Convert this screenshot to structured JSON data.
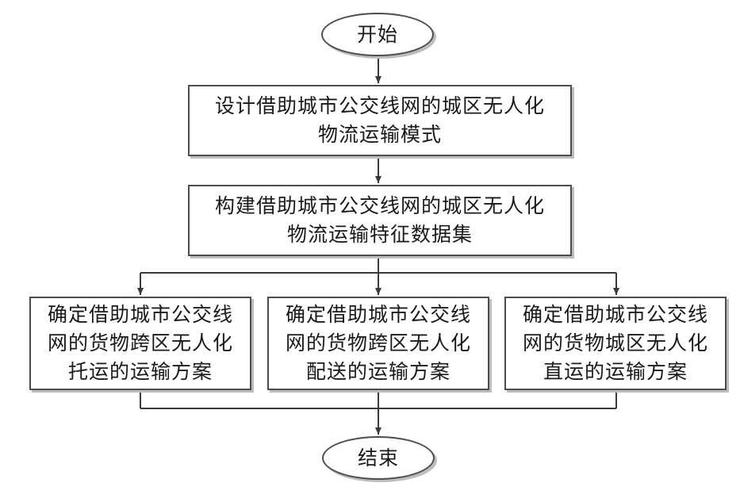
{
  "start": {
    "label": "开始"
  },
  "step1": {
    "lines": [
      "设计借助城市公交线网的城区无人化",
      "物流运输模式"
    ]
  },
  "step2": {
    "lines": [
      "构建借助城市公交线网的城区无人化",
      "物流运输特征数据集"
    ]
  },
  "options": [
    {
      "lines": [
        "确定借助城市公交线",
        "网的货物跨区无人化",
        "托运的运输方案"
      ]
    },
    {
      "lines": [
        "确定借助城市公交线",
        "网的货物跨区无人化",
        "配送的运输方案"
      ]
    },
    {
      "lines": [
        "确定借助城市公交线",
        "网的货物城区无人化",
        "直运的运输方案"
      ]
    }
  ],
  "end": {
    "label": "结束"
  },
  "colors": {
    "line": "#3a3a3a",
    "border": "#4d4d4d",
    "shadow": "#bdbdbd"
  }
}
